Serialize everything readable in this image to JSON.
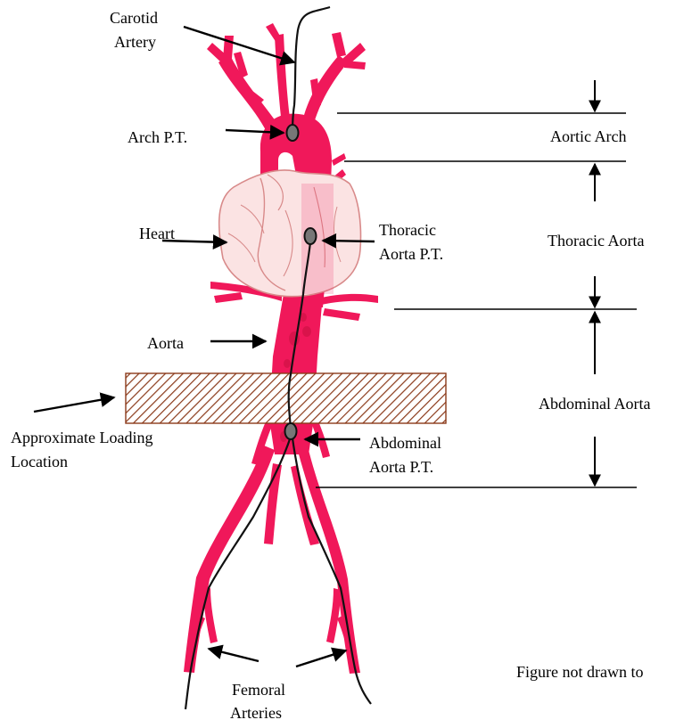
{
  "labels": {
    "carotid_line1": "Carotid",
    "carotid_line2": "Artery",
    "arch_pt": "Arch P.T.",
    "heart": "Heart",
    "thoracic_pt_line1": "Thoracic",
    "thoracic_pt_line2": "Aorta P.T.",
    "aorta": "Aorta",
    "loading_line1": "Approximate Loading",
    "loading_line2": "Location",
    "abdominal_pt_line1": "Abdominal",
    "abdominal_pt_line2": "Aorta P.T.",
    "femoral_line1": "Femoral",
    "femoral_line2": "Arteries"
  },
  "regions": {
    "aortic_arch": "Aortic Arch",
    "thoracic_aorta": "Thoracic Aorta",
    "abdominal_aorta": "Abdominal Aorta"
  },
  "note": "Figure not drawn to",
  "colors": {
    "artery": "#f0185a",
    "artery_dark": "#c8103f",
    "heart_fill": "#fbe3e3",
    "heart_stroke": "#d88a8a",
    "catheter": "#111111",
    "transducer_fill": "#777777",
    "hatch": "#8b3a1a"
  }
}
